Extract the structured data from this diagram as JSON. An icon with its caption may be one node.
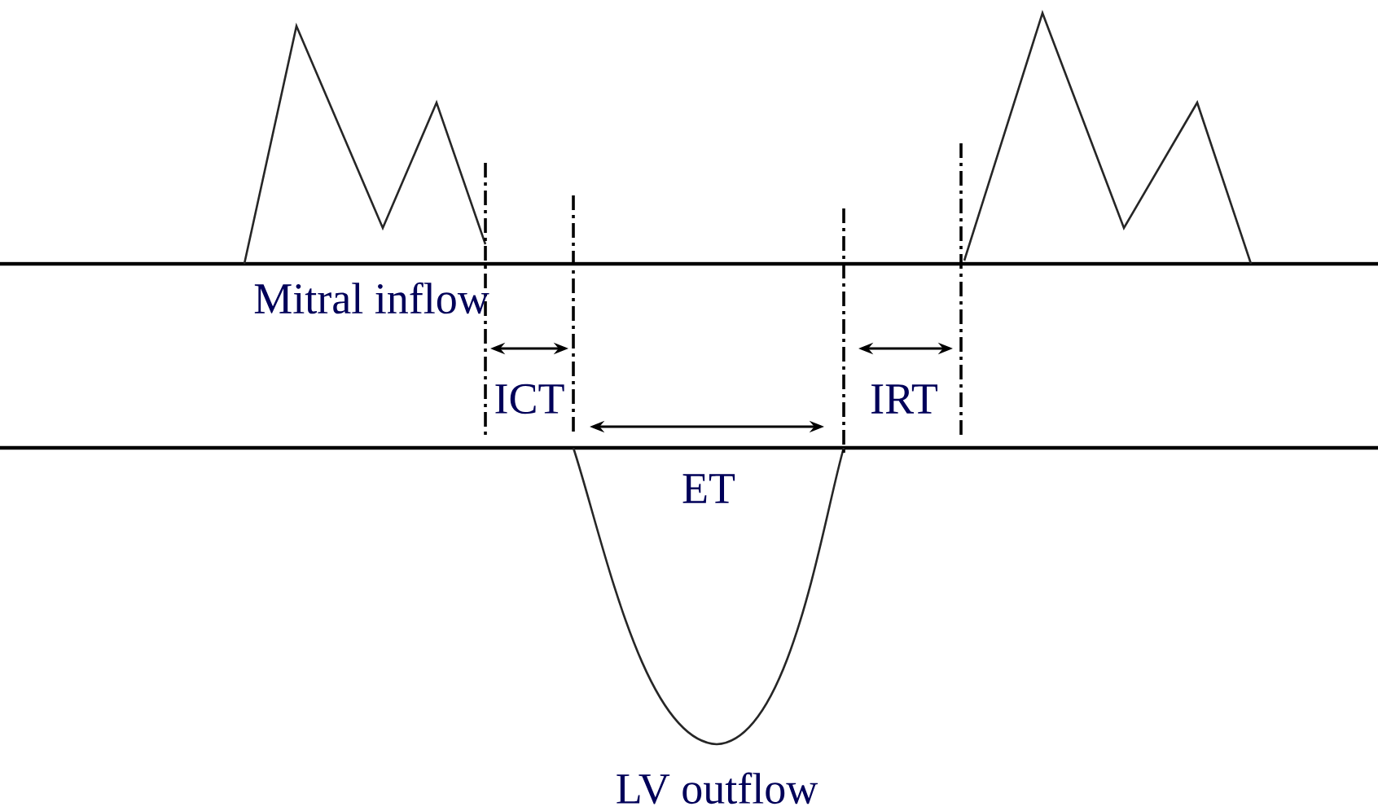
{
  "diagram": {
    "labels": [
      "Mitral inflow",
      "ICT",
      "IRT",
      "ET",
      "LV outflow"
    ]
  }
}
